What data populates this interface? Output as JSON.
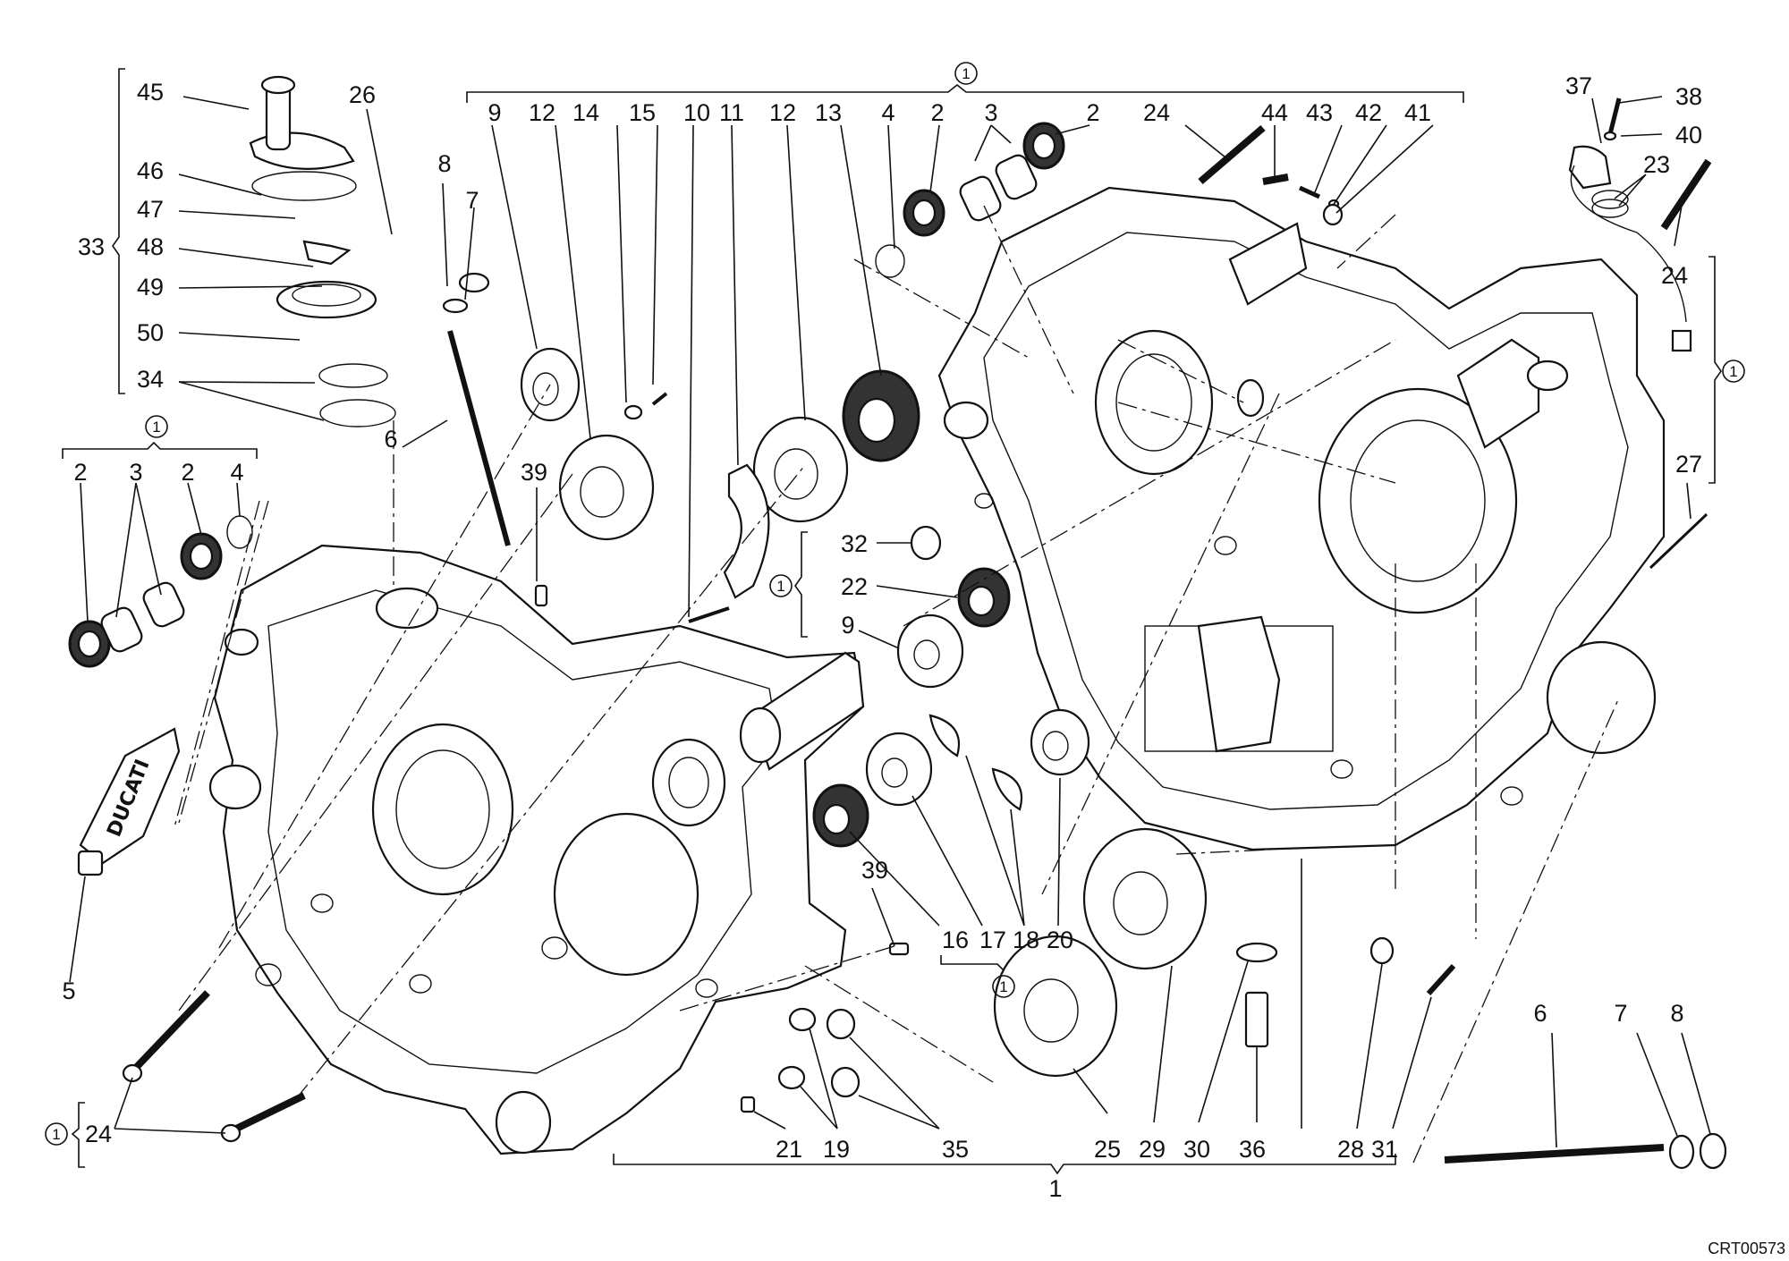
{
  "callouts": [
    "45",
    "26",
    "46",
    "47",
    "48",
    "49",
    "50",
    "34",
    "33",
    "8",
    "7",
    "6",
    "39",
    "9",
    "12",
    "14",
    "15",
    "10",
    "11",
    "12",
    "13",
    "4",
    "2",
    "3",
    "2",
    "24",
    "44",
    "43",
    "42",
    "41",
    "37",
    "38",
    "40",
    "23",
    "24",
    "27",
    "32",
    "22",
    "9",
    "2",
    "3",
    "2",
    "4",
    "5",
    "24",
    "39",
    "16",
    "17",
    "18",
    "20",
    "25",
    "29",
    "30",
    "36",
    "28",
    "31",
    "21",
    "19",
    "35",
    "1",
    "6",
    "7",
    "8"
  ],
  "circled_mark": "1",
  "reference": "CRT00573",
  "brand_text": "DUCATI"
}
